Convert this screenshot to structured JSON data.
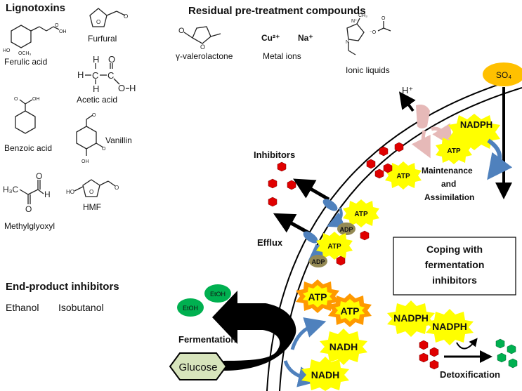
{
  "headings": {
    "lignotoxins": "Lignotoxins",
    "residual": "Residual  pre-treatment compounds",
    "end_product": "End-product inhibitors",
    "coping": [
      "Coping with",
      "fermentation",
      "inhibitors"
    ]
  },
  "lignotoxins": {
    "ferulic_acid": "Ferulic acid",
    "furfural": "Furfural",
    "acetic_acid": "Acetic acid",
    "benzoic_acid": "Benzoic acid",
    "vanillin": "Vanillin",
    "hmf": "HMF",
    "methylglyoxyl": "Methylglyoxyl"
  },
  "residual": {
    "gvl": "γ-valerolactone",
    "metal_ions": "Metal ions",
    "ionic_liquids": "Ionic liquids",
    "cu": "Cu²⁺",
    "na": "Na⁺"
  },
  "end_products": [
    "Ethanol",
    "Isobutanol"
  ],
  "cell": {
    "so4": "SO₄",
    "proton": "H⁺",
    "nadph": "NADPH",
    "maintenance": [
      "Maintenance",
      "and",
      "Assimilation"
    ],
    "inhibitors": "Inhibitors",
    "efflux": "Efflux",
    "fermentation": "Fermentation",
    "glucose": "Glucose",
    "etoh": "EtOH",
    "atp": "ATP",
    "adp": "ADP",
    "nadh": "NADH",
    "detoxification": "Detoxification"
  },
  "colors": {
    "inhibitor_red": "#e00000",
    "detox_green": "#00b050",
    "glucose_fill": "#d7e4bc",
    "so4_fill": "#ffc000",
    "atp_burst": "#ffff00",
    "atp_orange": "#ff9900",
    "adp_fill": "#948a54",
    "pump_pink": "#e6b9b8",
    "transporter_blue": "#4f81bd"
  }
}
